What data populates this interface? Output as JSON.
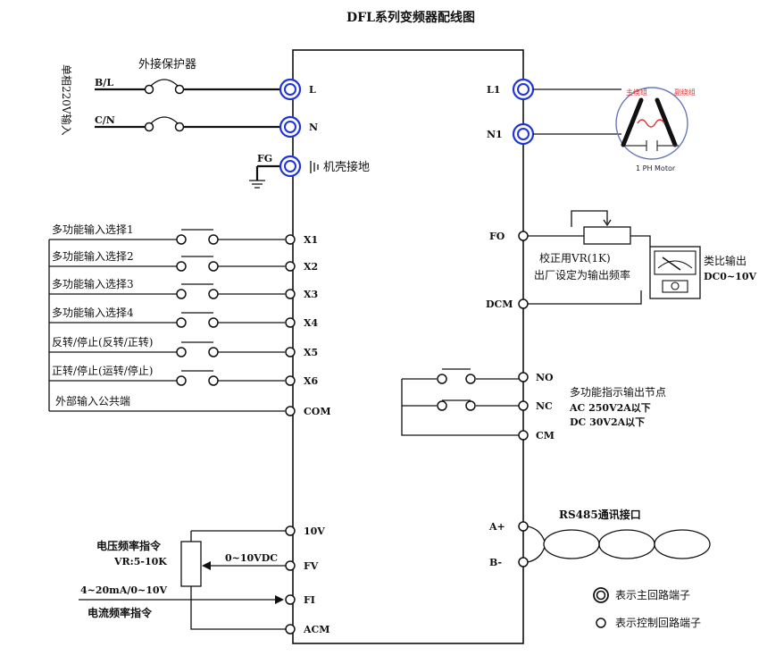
{
  "title": "DFL系列变频器配线图",
  "power_input": {
    "side_label": "单相220V输入",
    "protector_label": "外接保护器",
    "line_labels": [
      "B/L",
      "C/N"
    ],
    "fg_label": "FG",
    "terminals": [
      "L",
      "N"
    ],
    "ground_label": "机壳接地"
  },
  "output": {
    "terminals": [
      "L1",
      "N1"
    ],
    "motor_label": "1 PH Motor",
    "winding_labels": [
      "主绕组",
      "副绕组"
    ]
  },
  "digital_inputs": {
    "items": [
      {
        "label": "多功能输入选择1",
        "terminal": "X1"
      },
      {
        "label": "多功能输入选择2",
        "terminal": "X2"
      },
      {
        "label": "多功能输入选择3",
        "terminal": "X3"
      },
      {
        "label": "多功能输入选择4",
        "terminal": "X4"
      },
      {
        "label": "反转/停止(反转/正转)",
        "terminal": "X5"
      },
      {
        "label": "正转/停止(运转/停止)",
        "terminal": "X6"
      }
    ],
    "common_label": "外部输入公共端",
    "common_terminal": "COM"
  },
  "analog_output": {
    "terminals": [
      "FO",
      "DCM"
    ],
    "calibration_label": "校正用VR(1K)",
    "factory_label": "出厂设定为输出频率",
    "meter_label": "类比输出",
    "meter_range": "DC0~10V"
  },
  "relay_output": {
    "terminals": [
      "NO",
      "NC",
      "CM"
    ],
    "title": "多功能指示输出节点",
    "ac_rating": "AC  250V2A以下",
    "dc_rating": "DC  30V2A以下"
  },
  "analog_input": {
    "terminals": [
      "10V",
      "FV",
      "FI",
      "ACM"
    ],
    "voltage_cmd_label": "电压频率指令",
    "vr_label": "VR:5-10K",
    "fv_range": "0~10VDC",
    "current_range": "4~20mA/0~10V",
    "current_cmd_label": "电流频率指令"
  },
  "comm": {
    "terminals": [
      "A+",
      "B-"
    ],
    "label": "RS485通讯接口"
  },
  "legend": {
    "main_circuit": "表示主回路端子",
    "control_circuit": "表示控制回路端子"
  }
}
